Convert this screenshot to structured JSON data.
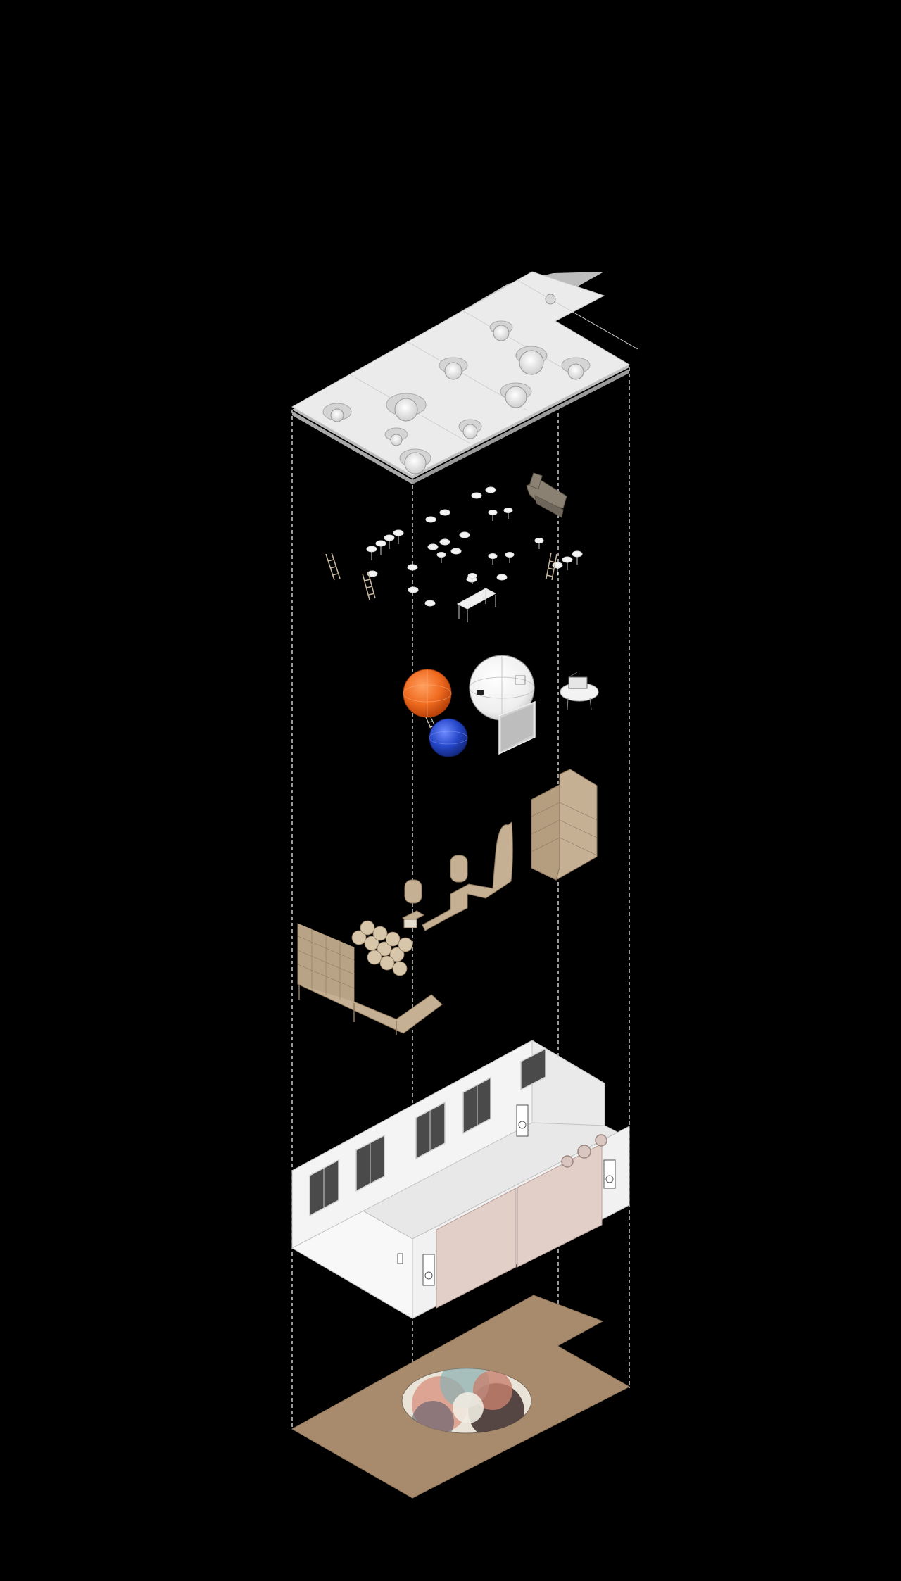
{
  "diagram": {
    "kind": "exploded-isometric",
    "colors": {
      "background": "#000000",
      "ceiling": "#ededed",
      "ceiling_edge": "#bdbdbd",
      "floor": "#a88b6d",
      "wall": "#f2f2f2",
      "wall_shade": "#d9d9d9",
      "panel_pink": "#e2cfc8",
      "timber": "#c6b094",
      "timber_dark": "#8d785e",
      "orange_sphere": "#ef6a1f",
      "blue_sphere": "#2546c8",
      "white_sphere": "#f7f7f7",
      "guide_line": "#ffffff"
    },
    "layers": [
      {
        "id": "ceiling",
        "description_icon": "ceiling-lights-icon"
      },
      {
        "id": "furniture",
        "description_icon": "stools-icon"
      },
      {
        "id": "spheres",
        "description_icon": "sphere-icon"
      },
      {
        "id": "timber-partitions",
        "description_icon": "partition-icon"
      },
      {
        "id": "timber-shelving",
        "description_icon": "shelf-icon"
      },
      {
        "id": "walls",
        "description_icon": "wall-icon"
      },
      {
        "id": "floor-rug",
        "description_icon": "rug-icon"
      }
    ]
  }
}
